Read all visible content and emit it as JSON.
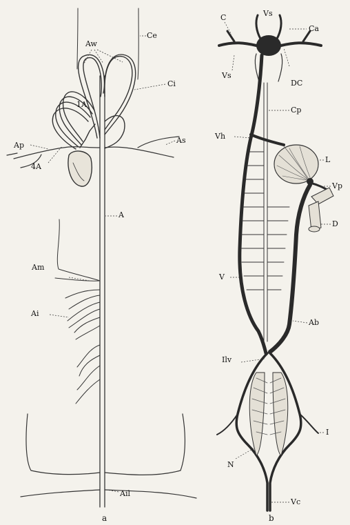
{
  "figure": {
    "panel_a": {
      "caption": "a",
      "labels": {
        "aw": "Aw",
        "ce": "Ce",
        "ci": "Ci",
        "one_a": "1A",
        "as": "As",
        "ap": "Ap",
        "four_a": "4A",
        "a": "A",
        "am": "Am",
        "ai": "Ai",
        "ail": "Ail"
      }
    },
    "panel_b": {
      "caption": "b",
      "labels": {
        "c": "C",
        "vs_top": "Vs",
        "ca": "Ca",
        "vs_left": "Vs",
        "dc": "DC",
        "cp": "Cp",
        "vh": "Vh",
        "l": "L",
        "vp": "Vp",
        "d": "D",
        "v": "V",
        "ab": "Ab",
        "ilv": "Ilv",
        "i": "I",
        "n": "N",
        "vc": "Vc"
      }
    }
  }
}
